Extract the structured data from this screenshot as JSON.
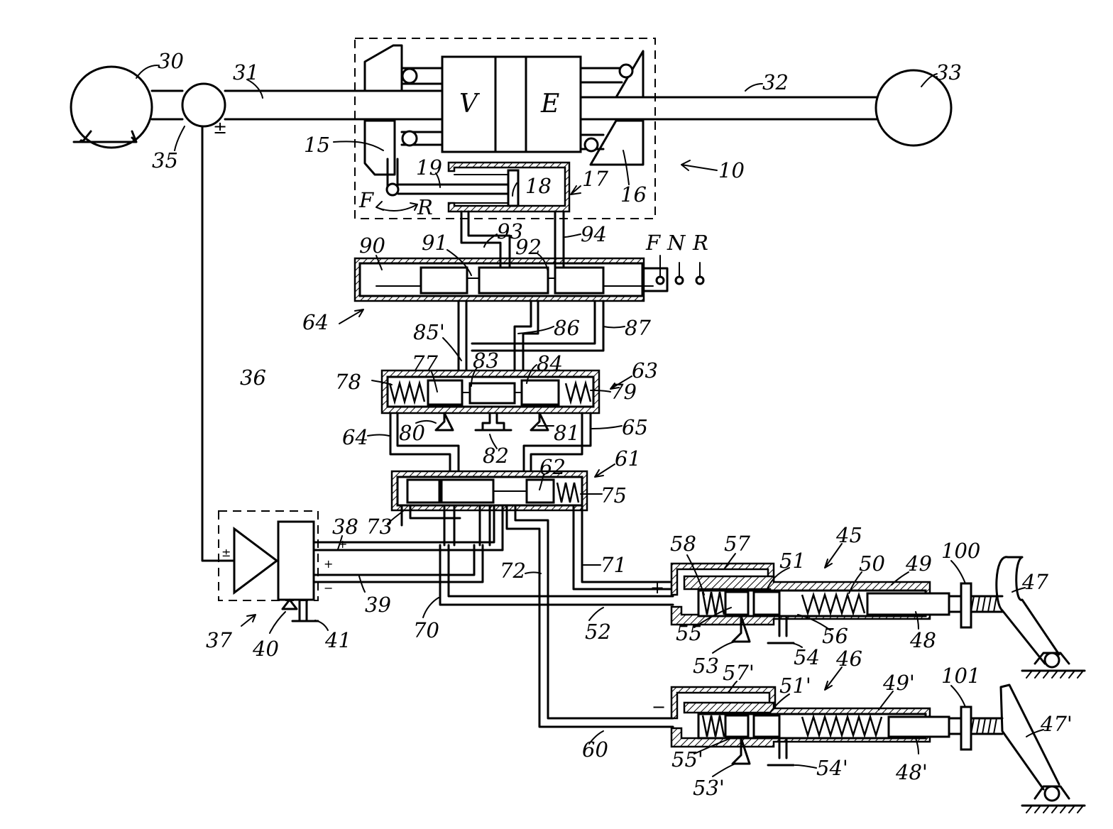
{
  "figure": {
    "reference_labels": {
      "n10": "10",
      "n15": "15",
      "n16": "16",
      "n17": "17",
      "n18": "18",
      "n19": "19",
      "n30": "30",
      "n31": "31",
      "n32": "32",
      "n33": "33",
      "n35": "35",
      "n36": "36",
      "n37": "37",
      "n38": "38",
      "n39": "39",
      "n40": "40",
      "n41": "41",
      "n45": "45",
      "n46": "46",
      "n47": "47",
      "n47p": "47'",
      "n48": "48",
      "n48p": "48'",
      "n49": "49",
      "n49p": "49'",
      "n50": "50",
      "n51": "51",
      "n51p": "51'",
      "n52": "52",
      "n53": "53",
      "n53p": "53'",
      "n54": "54",
      "n54p": "54'",
      "n55": "55",
      "n55p": "55'",
      "n56": "56",
      "n57": "57",
      "n57p": "57'",
      "n58": "58",
      "n60": "60",
      "n61": "61",
      "n62": "62",
      "n63": "63",
      "n64a": "64",
      "n64b": "64",
      "n65": "65",
      "n70": "70",
      "n71": "71",
      "n72": "72",
      "n73": "73",
      "n75": "75",
      "n77": "77",
      "n78": "78",
      "n79": "79",
      "n80": "80",
      "n81": "81",
      "n82": "82",
      "n83": "83",
      "n84": "84",
      "n85": "85'",
      "n86": "86",
      "n87": "87",
      "n90": "90",
      "n91": "91",
      "n92": "92",
      "n93": "93",
      "n94": "94",
      "n100": "100",
      "n101": "101"
    },
    "letters": {
      "v": "V",
      "e": "E",
      "f": "F",
      "r": "R",
      "sel_f": "F",
      "sel_n": "N",
      "sel_r": "R"
    },
    "signs": {
      "plus_minus": "±",
      "amp_pm": "±",
      "ctrl_plus": "+",
      "ctrl_minus": "−",
      "line38_plus": "+",
      "pedal1_plus": "+",
      "pedal2_minus": "−"
    }
  }
}
